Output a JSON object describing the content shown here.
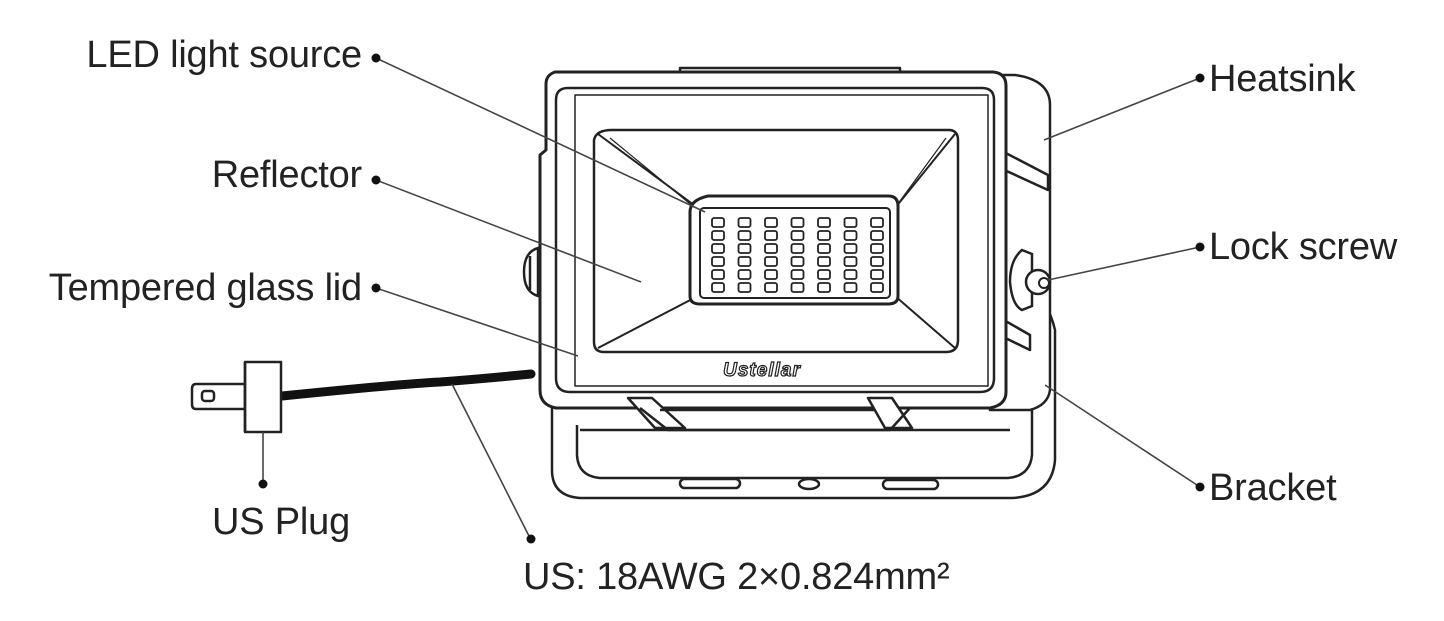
{
  "diagram": {
    "brand_logo": "Ustellar",
    "callouts": {
      "led_light_source": "LED light source",
      "reflector": "Reflector",
      "tempered_glass_lid": "Tempered glass lid",
      "us_plug": "US Plug",
      "cable_spec": "US: 18AWG 2×0.824mm²",
      "heatsink": "Heatsink",
      "lock_screw": "Lock screw",
      "bracket": "Bracket"
    },
    "colors": {
      "line": "#222222",
      "background": "#ffffff",
      "led_fill": "#ffffff"
    },
    "led_grid": {
      "rows": 6,
      "columns": 7
    }
  }
}
